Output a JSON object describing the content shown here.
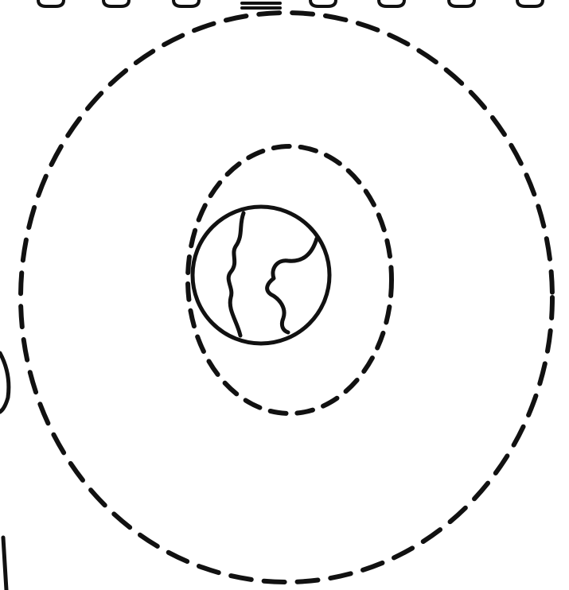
{
  "drawing": {
    "subject": "earth-icon",
    "stroke_color": "#111111",
    "background_color": "#ffffff",
    "orbit_rings": [
      {
        "name": "outer-orbit-ring",
        "style": "dashed"
      },
      {
        "name": "inner-orbit-ring",
        "style": "dashed"
      }
    ],
    "top_tick_marks": 8
  }
}
